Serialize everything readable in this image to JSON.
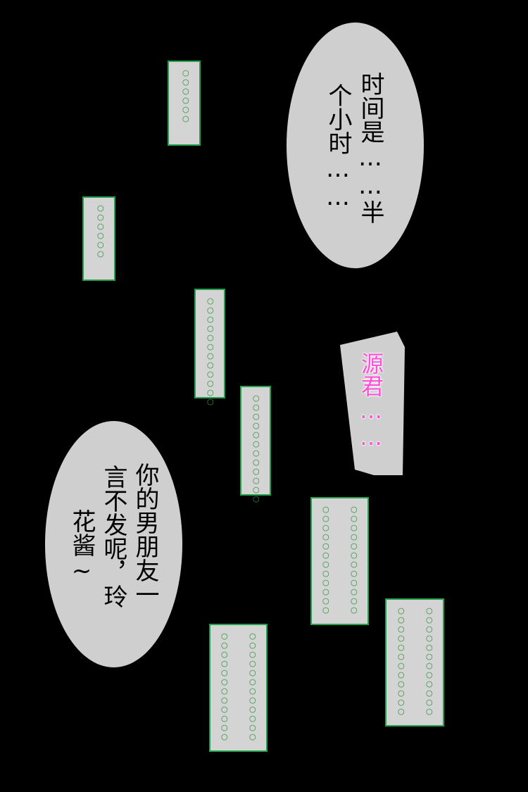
{
  "bubble_top": {
    "col1": "时间是……半",
    "col2": "个小时……"
  },
  "panel_right": {
    "text": "源君……"
  },
  "bubble_bottom": {
    "col1": "你的男朋友一",
    "col2": "言不发呢，玲",
    "col3": "花酱~"
  },
  "boxes": [
    {
      "dots": "○○○○○○"
    },
    {
      "dots": "○○○○○○"
    },
    {
      "dots": "○○○○○○○○○○○○"
    },
    {
      "dots": "○○○○○○○○○○○○"
    },
    {
      "dots_left": "○○○○○○○○○○○○",
      "dots_right": "○○○○○○○○○○○○"
    },
    {
      "dots_left": "○○○○○○○○○○○○",
      "dots_right": "○○○○○○○○○○○○"
    },
    {
      "dots_left": "○○○○○○○○○○○○",
      "dots_right": "○○○○○○○○○○○○"
    }
  ],
  "colors": {
    "background": "#000000",
    "bubble": "#cfcfcf",
    "box_border": "#22a04b",
    "dot_text": "#2c8f3c",
    "pink_text": "#ff4fd8"
  }
}
